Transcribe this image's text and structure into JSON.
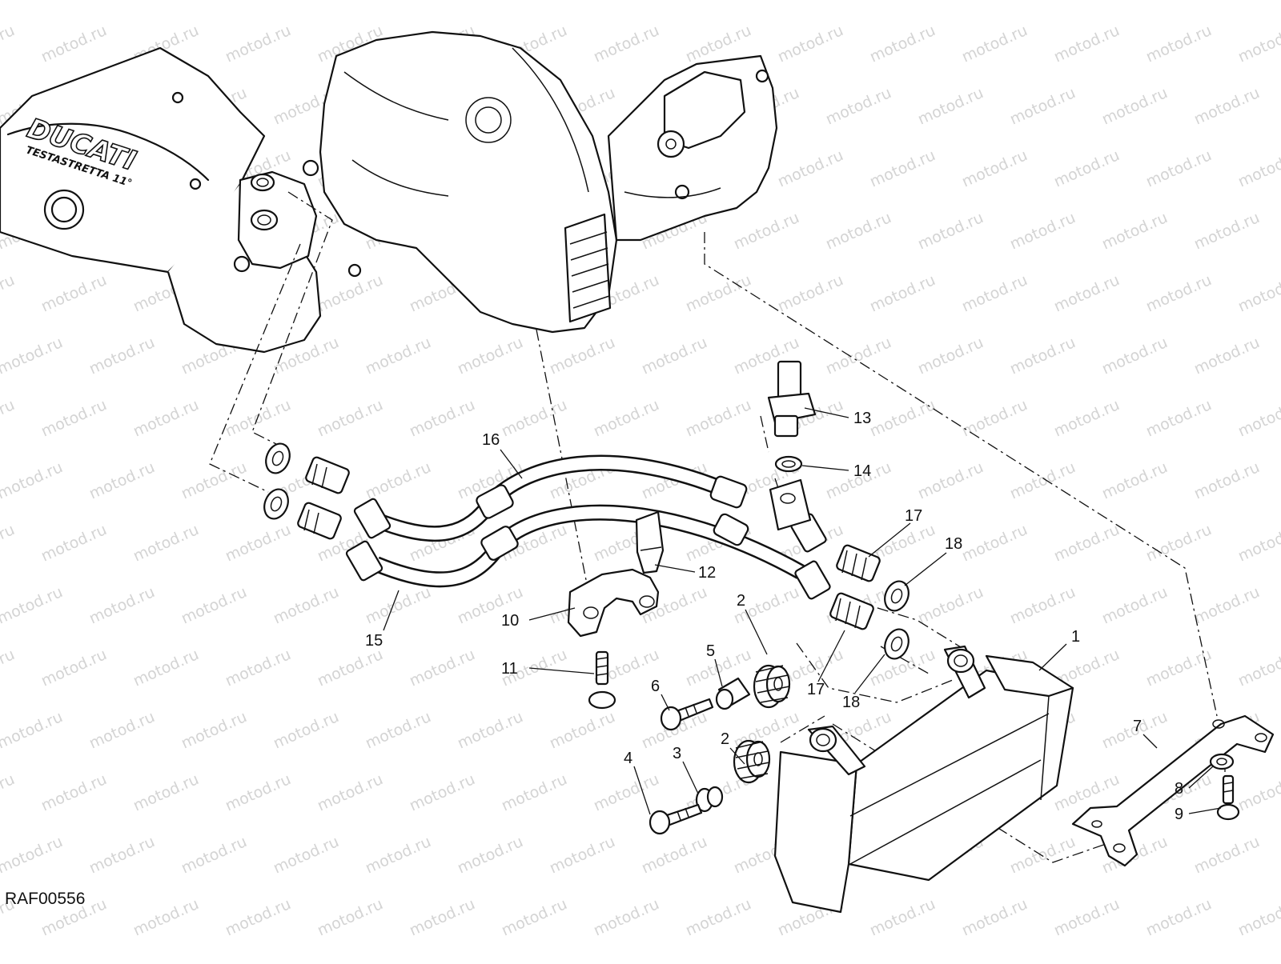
{
  "figure": {
    "id": "RAF00556",
    "watermark": "motod.ru",
    "engine_brand": "DUCATI",
    "engine_model": "TESTASTRETTA 11°"
  },
  "callouts": [
    {
      "number": "1"
    },
    {
      "number": "2"
    },
    {
      "number": "2"
    },
    {
      "number": "3"
    },
    {
      "number": "4"
    },
    {
      "number": "5"
    },
    {
      "number": "6"
    },
    {
      "number": "7"
    },
    {
      "number": "8"
    },
    {
      "number": "9"
    },
    {
      "number": "10"
    },
    {
      "number": "11"
    },
    {
      "number": "12"
    },
    {
      "number": "13"
    },
    {
      "number": "14"
    },
    {
      "number": "15"
    },
    {
      "number": "16"
    },
    {
      "number": "17"
    },
    {
      "number": "17"
    },
    {
      "number": "18"
    },
    {
      "number": "18"
    }
  ]
}
